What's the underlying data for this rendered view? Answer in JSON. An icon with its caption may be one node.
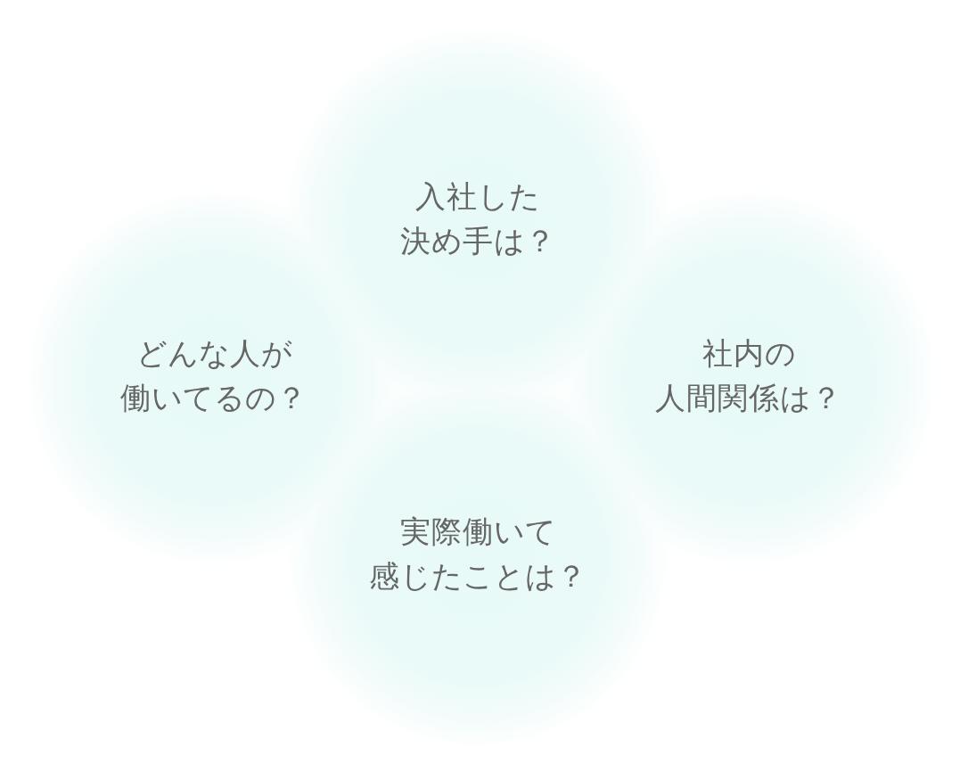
{
  "diagram": {
    "nodes": [
      {
        "text": [
          "入社した決め手は？"
        ]
      },
      {
        "text": [
          "どんな人が働いてるの？"
        ]
      },
      {
        "text": [
          "社内の人間関係は？"
        ]
      },
      {
        "text": [
          "実際働いて感じたことは？"
        ]
      }
    ]
  }
}
